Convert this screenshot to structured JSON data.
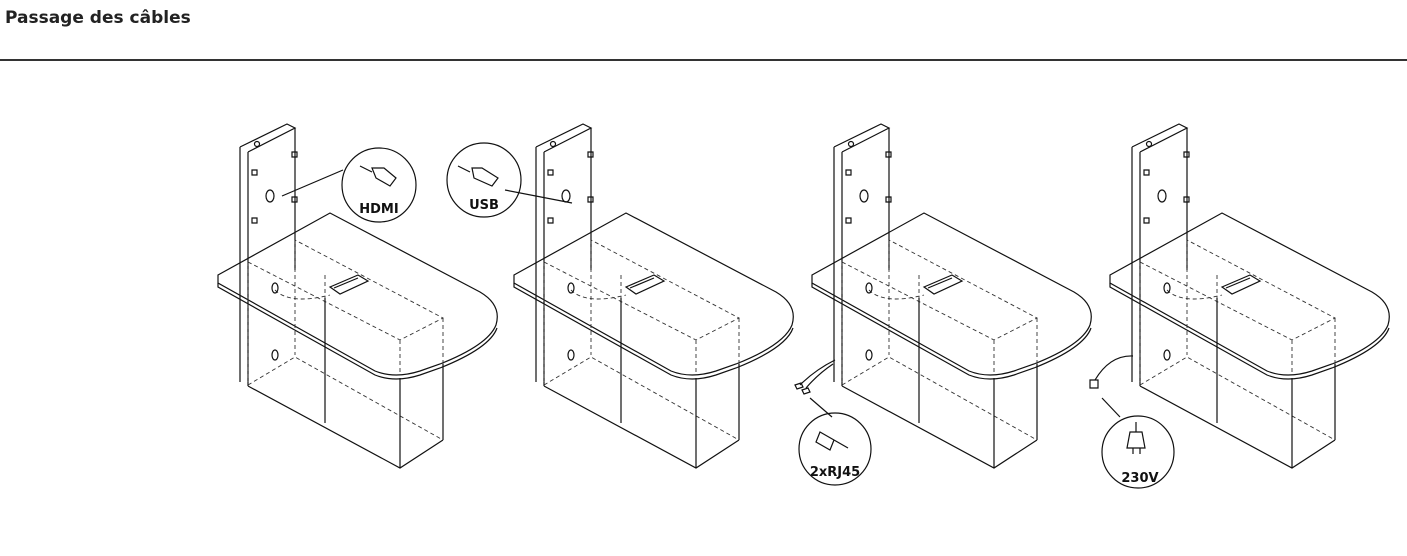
{
  "header": {
    "title": "Passage des câbles"
  },
  "diagrams": [
    {
      "connector": "HDMI"
    },
    {
      "connector": "USB"
    },
    {
      "connector": "2xRJ45"
    },
    {
      "connector": "230V"
    }
  ]
}
